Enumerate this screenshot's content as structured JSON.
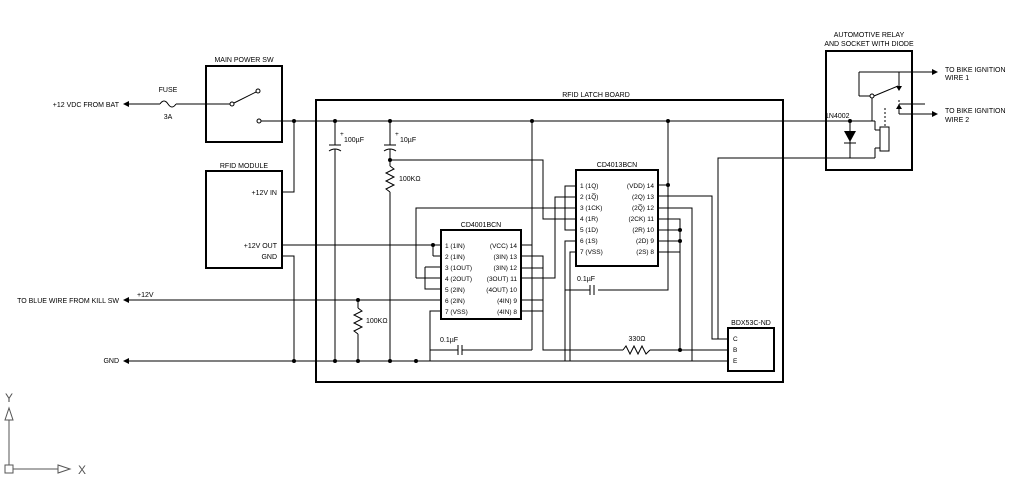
{
  "labels": {
    "battery": "+12 VDC FROM BAT",
    "fuse": "FUSE",
    "fuse_value": "3A",
    "main_power_sw": "MAIN POWER SW",
    "rfid_module": "RFID MODULE",
    "rfid_12vin": "+12V IN",
    "rfid_12vout": "+12V OUT",
    "rfid_gnd": "GND",
    "kill_sw": "TO BLUE WIRE FROM KILL SW",
    "kill_12v": "+12V",
    "gnd": "GND",
    "latch_board": "RFID LATCH BOARD",
    "cap1": "100µF",
    "cap2": "10µF",
    "res1": "100KΩ",
    "res2": "100KΩ",
    "res3": "330Ω",
    "cap3": "0.1µF",
    "cap4": "0.1µF",
    "relay_title_1": "AUTOMOTIVE RELAY",
    "relay_title_2": "AND SOCKET WITH DIODE",
    "diode": "1N4002",
    "ign1_a": "TO BIKE IGNITION",
    "ign1_b": "WIRE 1",
    "ign2_a": "TO BIKE IGNITION",
    "ign2_b": "WIRE 2",
    "transistor": "BDX53C-ND",
    "pin_c": "C",
    "pin_b": "B",
    "pin_e": "E",
    "axis_y": "Y",
    "axis_x": "X"
  },
  "cd4001": {
    "name": "CD4001BCN",
    "left_pins": [
      "1 (1IN)",
      "2 (1IN)",
      "3 (1OUT)",
      "4 (2OUT)",
      "5 (2IN)",
      "6 (2IN)",
      "7 (VSS)"
    ],
    "right_pins": [
      "(VCC) 14",
      "(3IN) 13",
      "(3IN) 12",
      "(3OUT) 11",
      "(4OUT) 10",
      "(4IN) 9",
      "(4IN) 8"
    ]
  },
  "cd4013": {
    "name": "CD4013BCN",
    "left_pins": [
      "1 (1Q)",
      "2 (1Q̅)",
      "3 (1CK)",
      "4 (1R)",
      "5 (1D)",
      "6 (1S)",
      "7 (VSS)"
    ],
    "right_pins": [
      "(VDD) 14",
      "(2Q) 13",
      "(2Q̅) 12",
      "(2CK) 11",
      "(2R) 10",
      "(2D) 9",
      "(2S) 8"
    ]
  }
}
